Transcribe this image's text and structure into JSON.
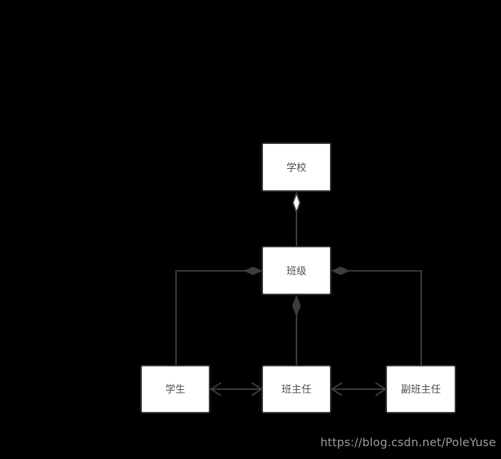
{
  "diagram": {
    "type": "uml-relationship-diagram",
    "background_color": "#000000",
    "connector_color": "#3d3d3d",
    "node_fill_color": "#ffffff",
    "node_border_color": "#363636",
    "node_text_color": "#4d4d4d",
    "nodes": {
      "school": {
        "label": "学校"
      },
      "class": {
        "label": "班级"
      },
      "student": {
        "label": "学生"
      },
      "head_teacher": {
        "label": "班主任"
      },
      "deputy_head_teacher": {
        "label": "副班主任"
      }
    },
    "edges": [
      {
        "from": "class",
        "to": "school",
        "style": "vertical",
        "marker": "hollow-diamond-at-school"
      },
      {
        "from": "head_teacher",
        "to": "class",
        "style": "vertical",
        "marker": "filled-diamond-at-class"
      },
      {
        "from": "student",
        "to": "class",
        "style": "orthogonal-up-right",
        "marker": "filled-diamond-at-class-left"
      },
      {
        "from": "deputy_head_teacher",
        "to": "class",
        "style": "orthogonal-up-left",
        "marker": "filled-diamond-at-class-right"
      },
      {
        "from": "student",
        "to": "head_teacher",
        "style": "horizontal",
        "marker": "open-arrow-both-ends"
      },
      {
        "from": "head_teacher",
        "to": "deputy_head_teacher",
        "style": "horizontal",
        "marker": "open-arrow-both-ends"
      }
    ]
  },
  "watermark": {
    "text": "https://blog.csdn.net/PoleYuse",
    "color": "#9b9b9b"
  }
}
